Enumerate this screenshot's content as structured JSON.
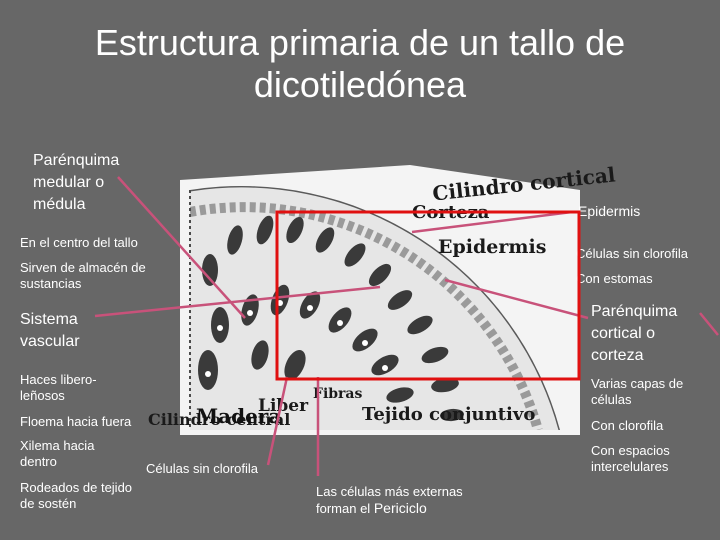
{
  "title": "Estructura primaria de un tallo de dicotiledónea",
  "left": {
    "medula_heading": "Parénquima medular o médula",
    "centro": "En el centro del tallo",
    "almacen": "Sirven de almacén de sustancias",
    "vascular_heading": "Sistema vascular",
    "haces": "Haces libero-leñosos",
    "floema": "Floema hacia fuera",
    "xilema": "Xilema hacia dentro",
    "rodeados": "Rodeados de tejido de sostén"
  },
  "right": {
    "epidermis_heading": "Epidermis",
    "sin_clorofila": "Células sin clorofila",
    "estomas": "Con estomas",
    "cortical_heading": "Parénquima cortical o corteza",
    "capas": "Varias capas de células",
    "clorofila": "Con clorofila",
    "espacios": "Con espacios intercelulares"
  },
  "bottom": {
    "celulas_sin_clorofila": "Células sin clorofila",
    "externas": "Las células más externas forman el",
    "periciclo": "Periciclo"
  },
  "diagram_labels": {
    "cilindro_cortical": "Cilindro cortical",
    "corteza": "Corteza",
    "epidermis": "Epidermis",
    "fibras": "Fibras",
    "liber": "Liber",
    "tejido_conjuntivo": "Tejido conjuntivo",
    "cilindro_central": "Cilindro central",
    "madera": "Madera"
  },
  "colors": {
    "background": "#676767",
    "arrow": "#c8527a",
    "red_box": "#e01010"
  }
}
